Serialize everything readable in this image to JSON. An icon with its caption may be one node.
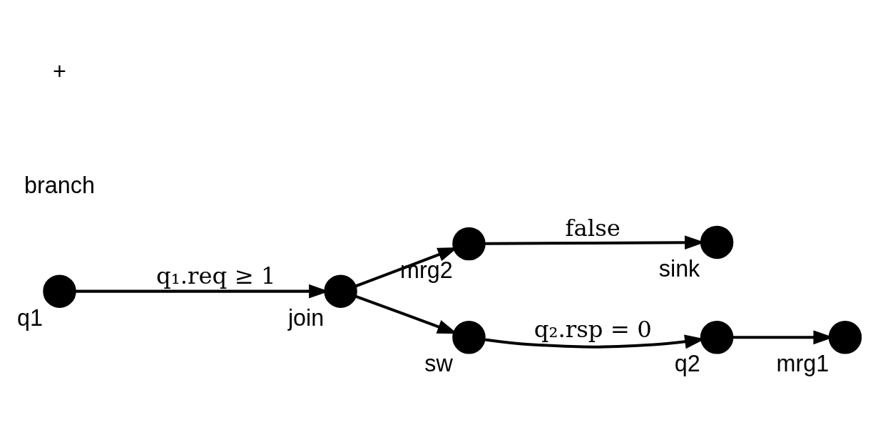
{
  "diagram": {
    "nodes": [
      {
        "text": [],
        "shape": "circle",
        "beside": [
          "q1"
        ]
      },
      {
        "text": [],
        "shape": "circle",
        "beside": [
          "join"
        ]
      },
      {
        "text": [],
        "shape": "circle",
        "beside": [
          "mrg2"
        ]
      },
      {
        "text": [],
        "shape": "circle",
        "beside": [
          "sink"
        ]
      },
      {
        "text": [],
        "shape": "circle",
        "beside": [
          "sw"
        ]
      },
      {
        "text": [],
        "shape": "circle",
        "beside": [
          "q2"
        ]
      },
      {
        "text": [],
        "shape": "circle",
        "beside": [
          "mrg1"
        ]
      }
    ],
    "edges": [
      {
        "from": 0,
        "to": 1,
        "arrow": "to",
        "label": "q₁.req ≥ 1"
      },
      {
        "from": 1,
        "to": 2,
        "arrow": "to"
      },
      {
        "from": 2,
        "to": 3,
        "arrow": "to",
        "label": "false"
      },
      {
        "from": 1,
        "to": 4,
        "arrow": "to"
      },
      {
        "from": 4,
        "to": 5,
        "arrow": "to",
        "label": "q₂.rsp = 0"
      },
      {
        "from": 5,
        "to": 6,
        "arrow": "to"
      }
    ],
    "labels": [
      "branch",
      "+"
    ]
  }
}
